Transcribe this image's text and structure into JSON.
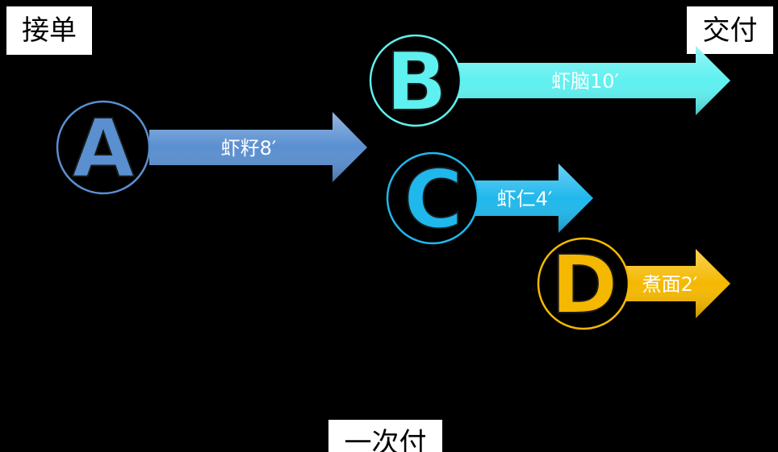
{
  "start_label": "接单",
  "end_label": "交付",
  "bottom_label": "一次付",
  "tasks": [
    {
      "letter": "A",
      "label": "虾籽8′",
      "color": "#5a8fd0",
      "ring": "#5a8fd0"
    },
    {
      "letter": "B",
      "label": "虾脑10′",
      "color": "#5ff0f0",
      "ring": "#5ff0f0"
    },
    {
      "letter": "C",
      "label": "虾仁4′",
      "color": "#1fb8ec",
      "ring": "#1fb8ec"
    },
    {
      "letter": "D",
      "label": "煮面2′",
      "color": "#f5b800",
      "ring": "#f5b800"
    }
  ]
}
